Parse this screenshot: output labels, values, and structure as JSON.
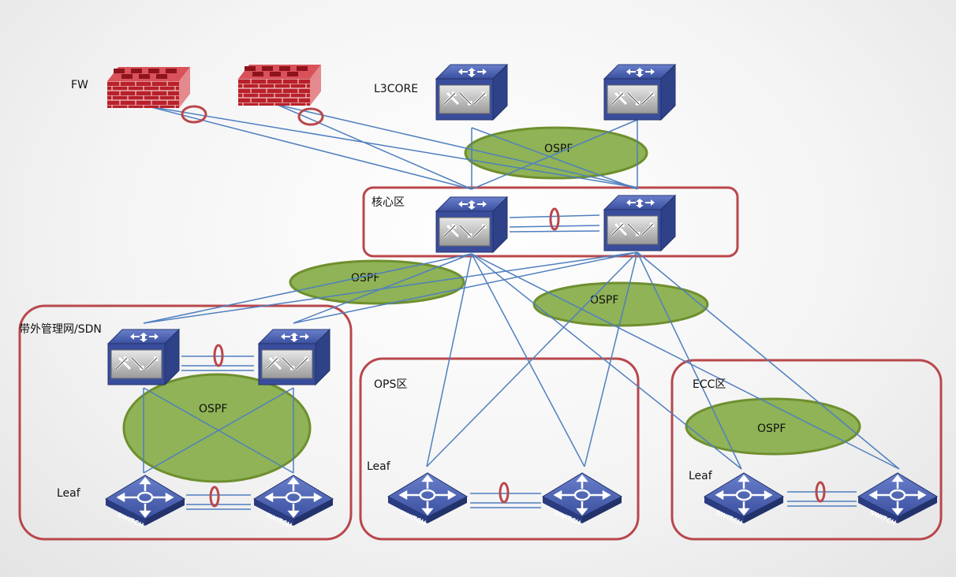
{
  "labels": {
    "fw": "FW",
    "l3core": "L3CORE",
    "core_zone": "核心区",
    "oob_zone": "带外管理网/SDN",
    "ops_zone": "OPS区",
    "ecc_zone": "ECC区",
    "leaf": "Leaf",
    "ospf": "OSPF",
    "switch_text": "SWITCH"
  },
  "colors": {
    "link": "#4f7fbf",
    "zone_border": "#b9474b",
    "ospf_fill": "#8fb356",
    "ospf_stroke": "#6f8f2e",
    "switch_top": "#3e54a6",
    "firewall": "#c0242c"
  }
}
